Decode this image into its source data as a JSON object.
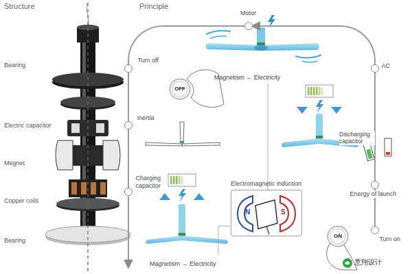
{
  "diagram": {
    "nodes": [
      {
        "text": [
          "Motor"
        ]
      },
      {
        "text": [
          "Turn off"
        ]
      },
      {
        "text": [
          "Inertia"
        ]
      },
      {
        "text": [
          "Charging capacitor"
        ]
      },
      {
        "text": [
          "AC"
        ]
      },
      {
        "text": [
          "Energy of launch"
        ]
      },
      {
        "text": [
          "Turn on"
        ]
      },
      {
        "text": [
          "Electromagnetic induction"
        ]
      }
    ],
    "edges": [
      {
        "from": 6,
        "to": 5,
        "arrow": "none"
      },
      {
        "from": 5,
        "to": 4,
        "arrow": "none"
      },
      {
        "from": 4,
        "to": 0,
        "arrow": "to"
      },
      {
        "from": 0,
        "to": 1,
        "arrow": "none"
      },
      {
        "from": 1,
        "to": 2,
        "arrow": "none"
      },
      {
        "from": 2,
        "to": 3,
        "arrow": "none"
      }
    ],
    "labels": [
      "Structure",
      "Principle",
      "Bearing",
      "Electric capacitor",
      "Megnet",
      "Copper coils",
      "Bearing",
      "Magnetism ← Electricity",
      "OFF",
      "Discharging capacitor",
      "N",
      "S",
      "ON",
      "Magnetism → Electricity",
      "意翔设计"
    ]
  }
}
